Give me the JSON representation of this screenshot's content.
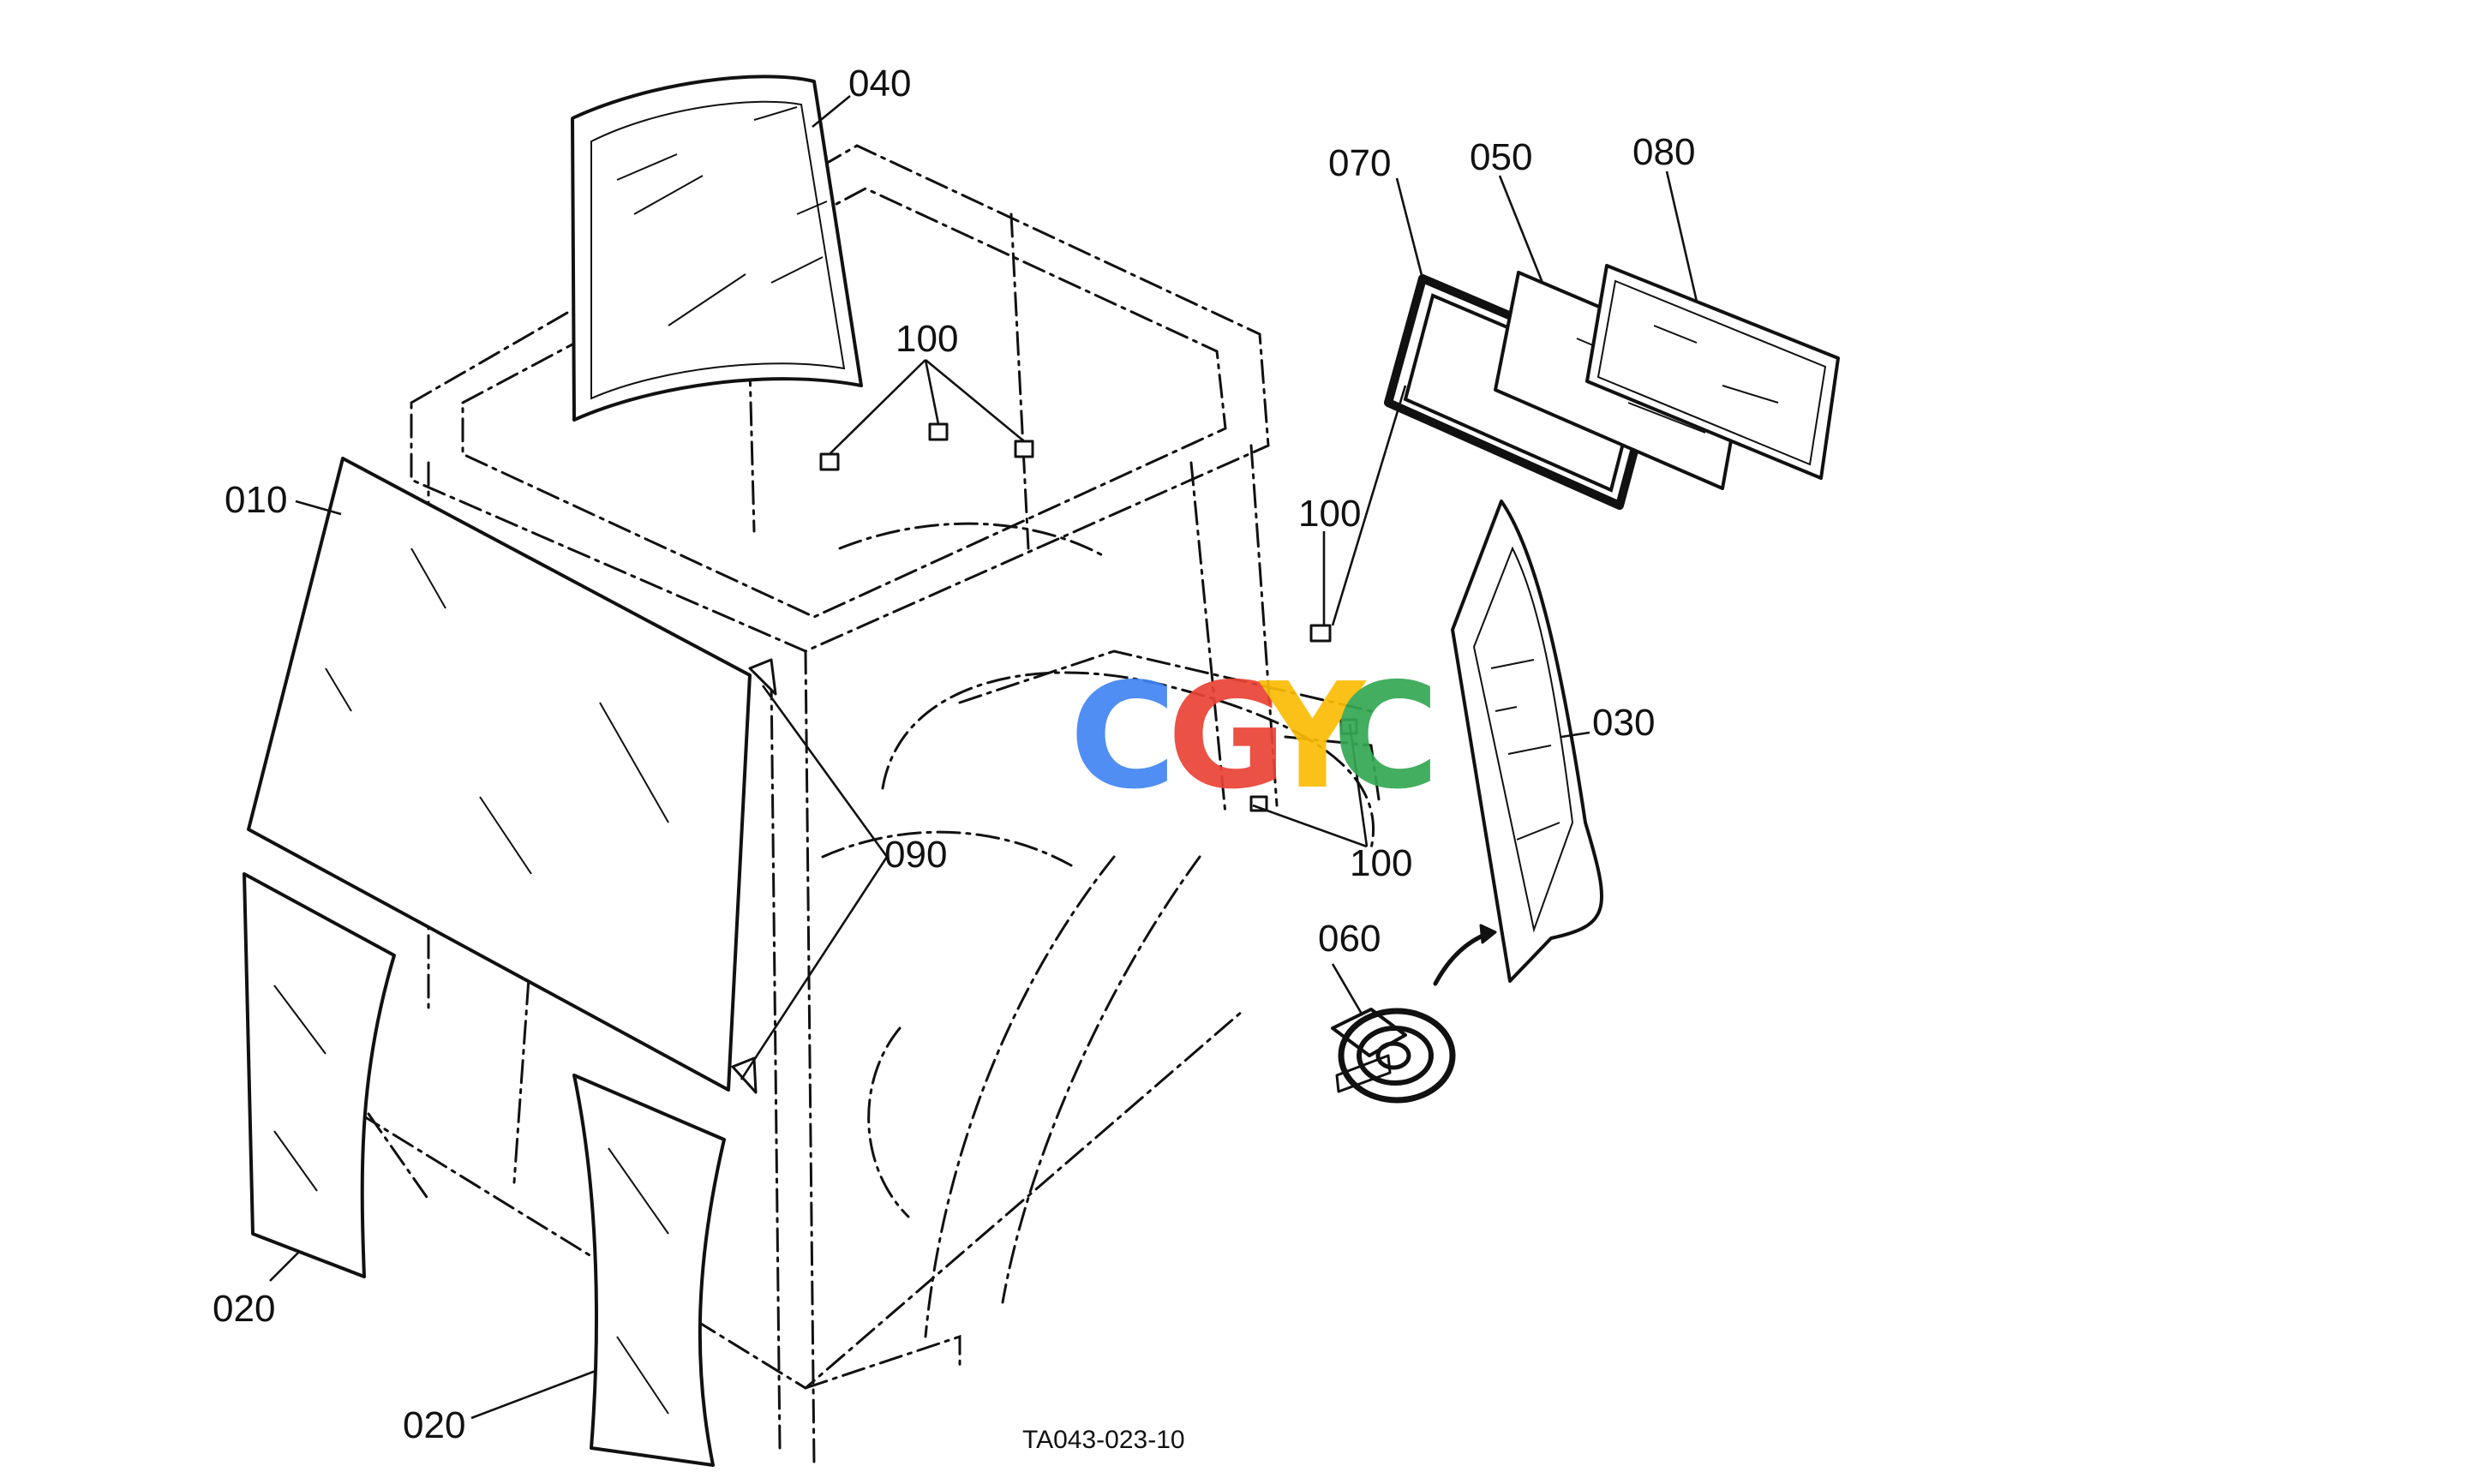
{
  "callouts": {
    "c040": "040",
    "c100_top": "100",
    "c070": "070",
    "c050": "050",
    "c080": "080",
    "c010": "010",
    "c100_right": "100",
    "c030": "030",
    "c090": "090",
    "c100_bottom": "100",
    "c060": "060",
    "c020_left": "020",
    "c020_bottom": "020"
  },
  "drawing_code": "TA043-023-10",
  "watermark": {
    "letters": [
      "C",
      "G",
      "Y",
      "C"
    ],
    "colors": [
      "#4285F4",
      "#EA4335",
      "#FBBC05",
      "#34A853"
    ]
  }
}
